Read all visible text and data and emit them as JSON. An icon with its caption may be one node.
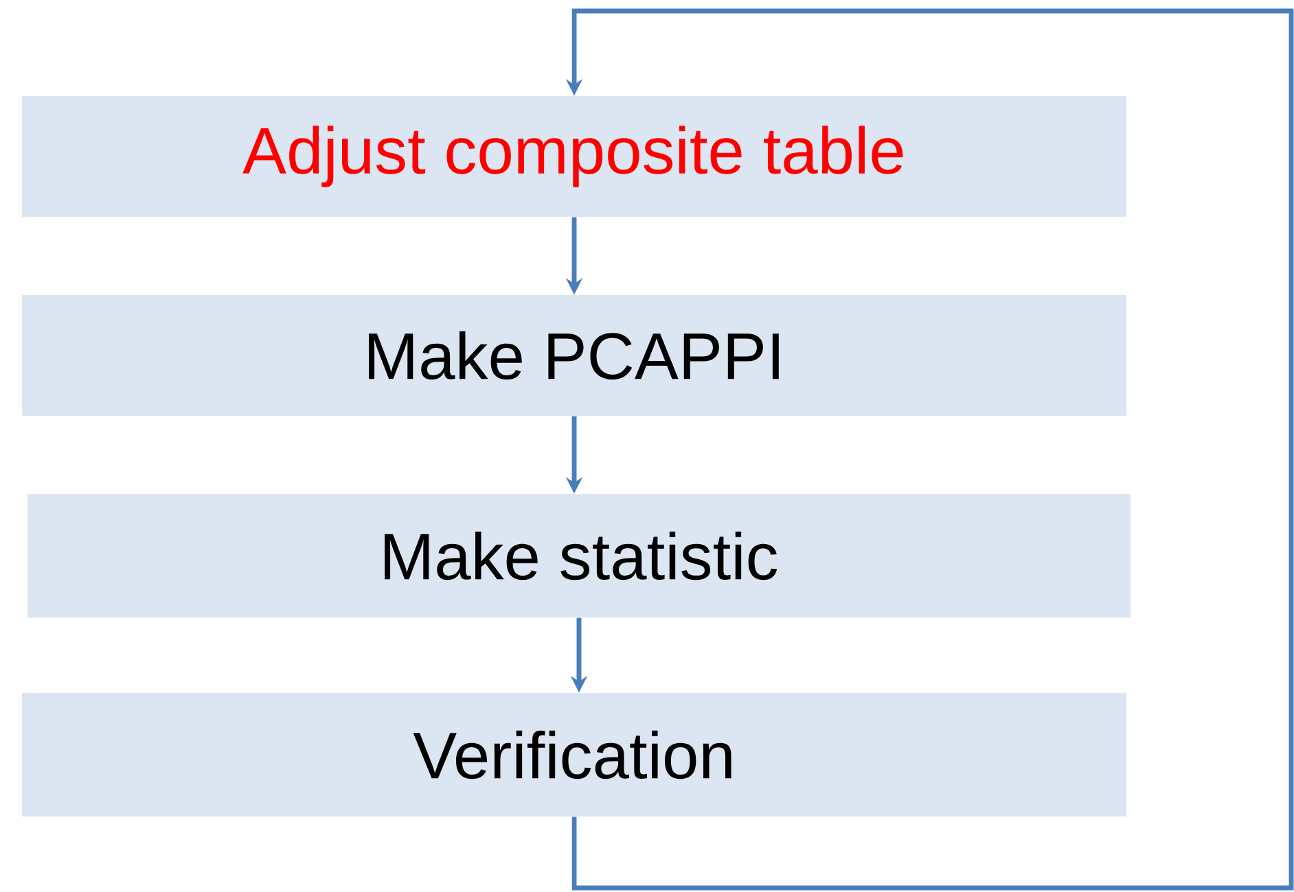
{
  "diagram": {
    "nodes": [
      {
        "text": [
          "Adjust composite table"
        ]
      },
      {
        "text": [
          "Make PCAPPI"
        ]
      },
      {
        "text": [
          "Make statistic"
        ]
      },
      {
        "text": [
          "Verification"
        ]
      }
    ],
    "edges": [
      {
        "from": 0,
        "to": 1,
        "arrow": "to"
      },
      {
        "from": 1,
        "to": 2,
        "arrow": "to"
      },
      {
        "from": 2,
        "to": 3,
        "arrow": "to"
      },
      {
        "from": 3,
        "to": 0,
        "arrow": "to"
      }
    ]
  }
}
